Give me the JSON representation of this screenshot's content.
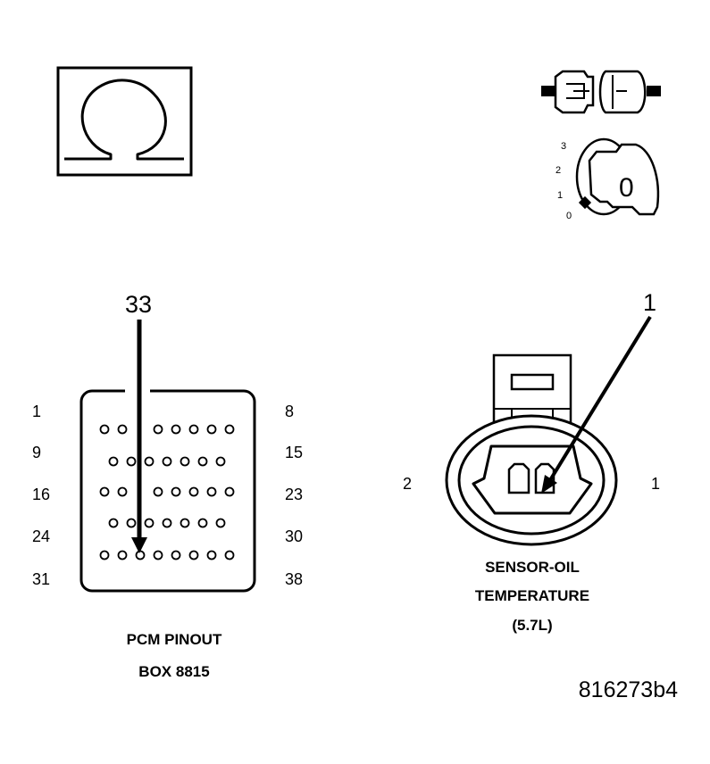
{
  "pcm": {
    "callout": "33",
    "row_left": [
      "1",
      "9",
      "16",
      "24",
      "31"
    ],
    "row_right": [
      "8",
      "15",
      "23",
      "30",
      "38"
    ],
    "title_line1": "PCM PINOUT",
    "title_line2": "BOX 8815"
  },
  "sensor": {
    "callout": "1",
    "pin_left": "2",
    "pin_right": "1",
    "title_line1": "SENSOR-OIL",
    "title_line2": "TEMPERATURE",
    "title_line3": "(5.7L)"
  },
  "ignition": {
    "positions": [
      "3",
      "2",
      "1",
      "0"
    ],
    "key_label": "0"
  },
  "figure_id": "816273b4",
  "icons": [
    "ohmmeter-icon",
    "disconnected-connector-icon",
    "ignition-key-icon"
  ]
}
